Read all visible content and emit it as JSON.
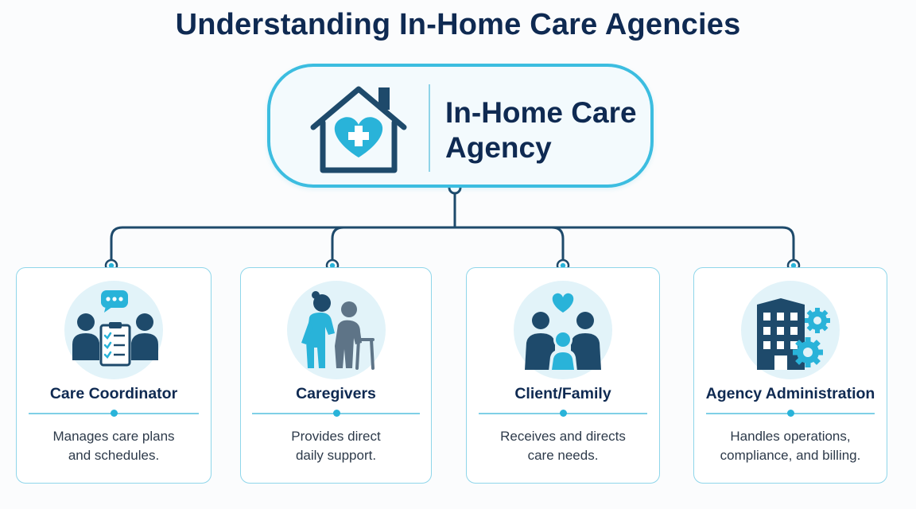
{
  "title": "Understanding In-Home Care Agencies",
  "center": {
    "label_line1": "In-Home Care",
    "label_line2": "Agency",
    "icon": "house-heart-icon"
  },
  "roles": [
    {
      "title": "Care Coordinator",
      "desc_line1": "Manages care plans",
      "desc_line2": "and schedules.",
      "icon": "coordinator-meeting-icon"
    },
    {
      "title": "Caregivers",
      "desc_line1": "Provides direct",
      "desc_line2": "daily support.",
      "icon": "caregiver-walker-icon"
    },
    {
      "title": "Client/Family",
      "desc_line1": "Receives and directs",
      "desc_line2": "care needs.",
      "icon": "family-heart-icon"
    },
    {
      "title": "Agency Administration",
      "desc_line1": "Handles operations,",
      "desc_line2": "compliance, and billing.",
      "icon": "building-gears-icon"
    }
  ],
  "colors": {
    "navy": "#1e4a6b",
    "title": "#0f2a52",
    "cyan": "#29b3d9",
    "light_cyan": "#e2f3f9"
  }
}
